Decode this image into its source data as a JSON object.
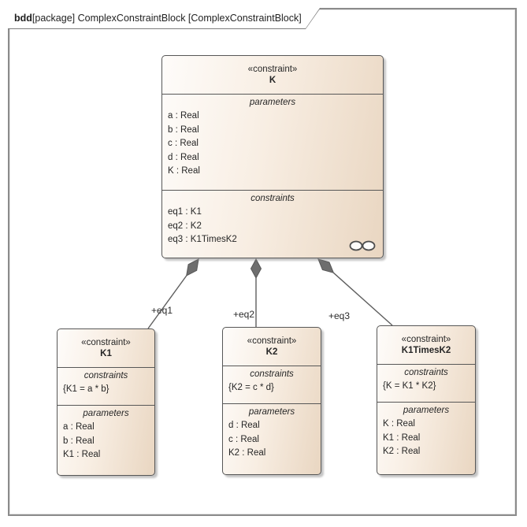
{
  "frame": {
    "keyword": "bdd",
    "title": "[package] ComplexConstraintBlock [ComplexConstraintBlock]"
  },
  "colors": {
    "block_fill_light": "#fefcfa",
    "block_fill_dark": "#e9d6c1",
    "block_border": "#575757",
    "connector": "#5e5e5e",
    "diamond_fill": "#6e6e6e",
    "frame_border": "#8b8b8b",
    "text": "#262626"
  },
  "blocks": {
    "k": {
      "stereotype": "«constraint»",
      "name": "K",
      "compartments": [
        {
          "title": "parameters",
          "items": [
            "a : Real",
            "b : Real",
            "c : Real",
            "d : Real",
            "K : Real"
          ]
        },
        {
          "title": "constraints",
          "items": [
            "eq1 : K1",
            "eq2 : K2",
            "eq3 : K1TimesK2"
          ]
        }
      ],
      "composite_icon": "composite-structure-indicator"
    },
    "k1": {
      "stereotype": "«constraint»",
      "name": "K1",
      "compartments": [
        {
          "title": "constraints",
          "items": [
            "{K1 = a * b}"
          ]
        },
        {
          "title": "parameters",
          "items": [
            "a : Real",
            "b : Real",
            "K1 : Real"
          ]
        }
      ]
    },
    "k2": {
      "stereotype": "«constraint»",
      "name": "K2",
      "compartments": [
        {
          "title": "constraints",
          "items": [
            "{K2 = c * d}"
          ]
        },
        {
          "title": "parameters",
          "items": [
            "d : Real",
            "c : Real",
            "K2 : Real"
          ]
        }
      ]
    },
    "k1timesk2": {
      "stereotype": "«constraint»",
      "name": "K1TimesK2",
      "compartments": [
        {
          "title": "constraints",
          "items": [
            "{K = K1 * K2}"
          ]
        },
        {
          "title": "parameters",
          "items": [
            "K : Real",
            "K1 : Real",
            "K2 : Real"
          ]
        }
      ]
    }
  },
  "connectors": [
    {
      "label": "+eq1",
      "type": "composition"
    },
    {
      "label": "+eq2",
      "type": "composition"
    },
    {
      "label": "+eq3",
      "type": "composition"
    }
  ]
}
